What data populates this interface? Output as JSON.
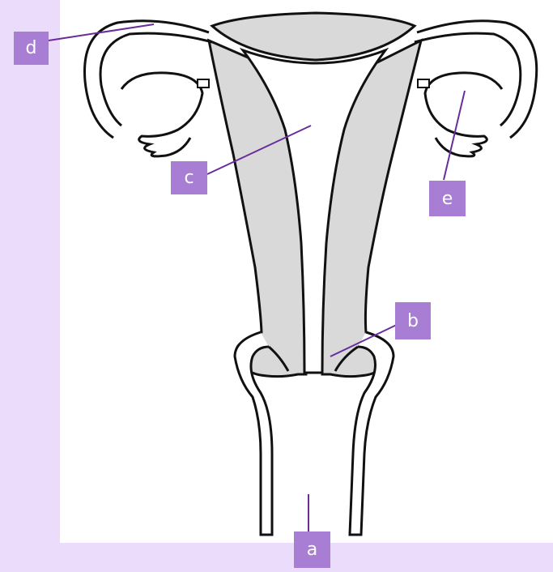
{
  "colors": {
    "page_background": "#ecdcfb",
    "panel_background": "#ffffff",
    "label_box": "#a77ed3",
    "leader_line": "#6a2c9b",
    "tissue_fill": "#d9d9d9",
    "outline": "#111111"
  },
  "labels": {
    "a": "a",
    "b": "b",
    "c": "c",
    "d": "d",
    "e": "e"
  }
}
